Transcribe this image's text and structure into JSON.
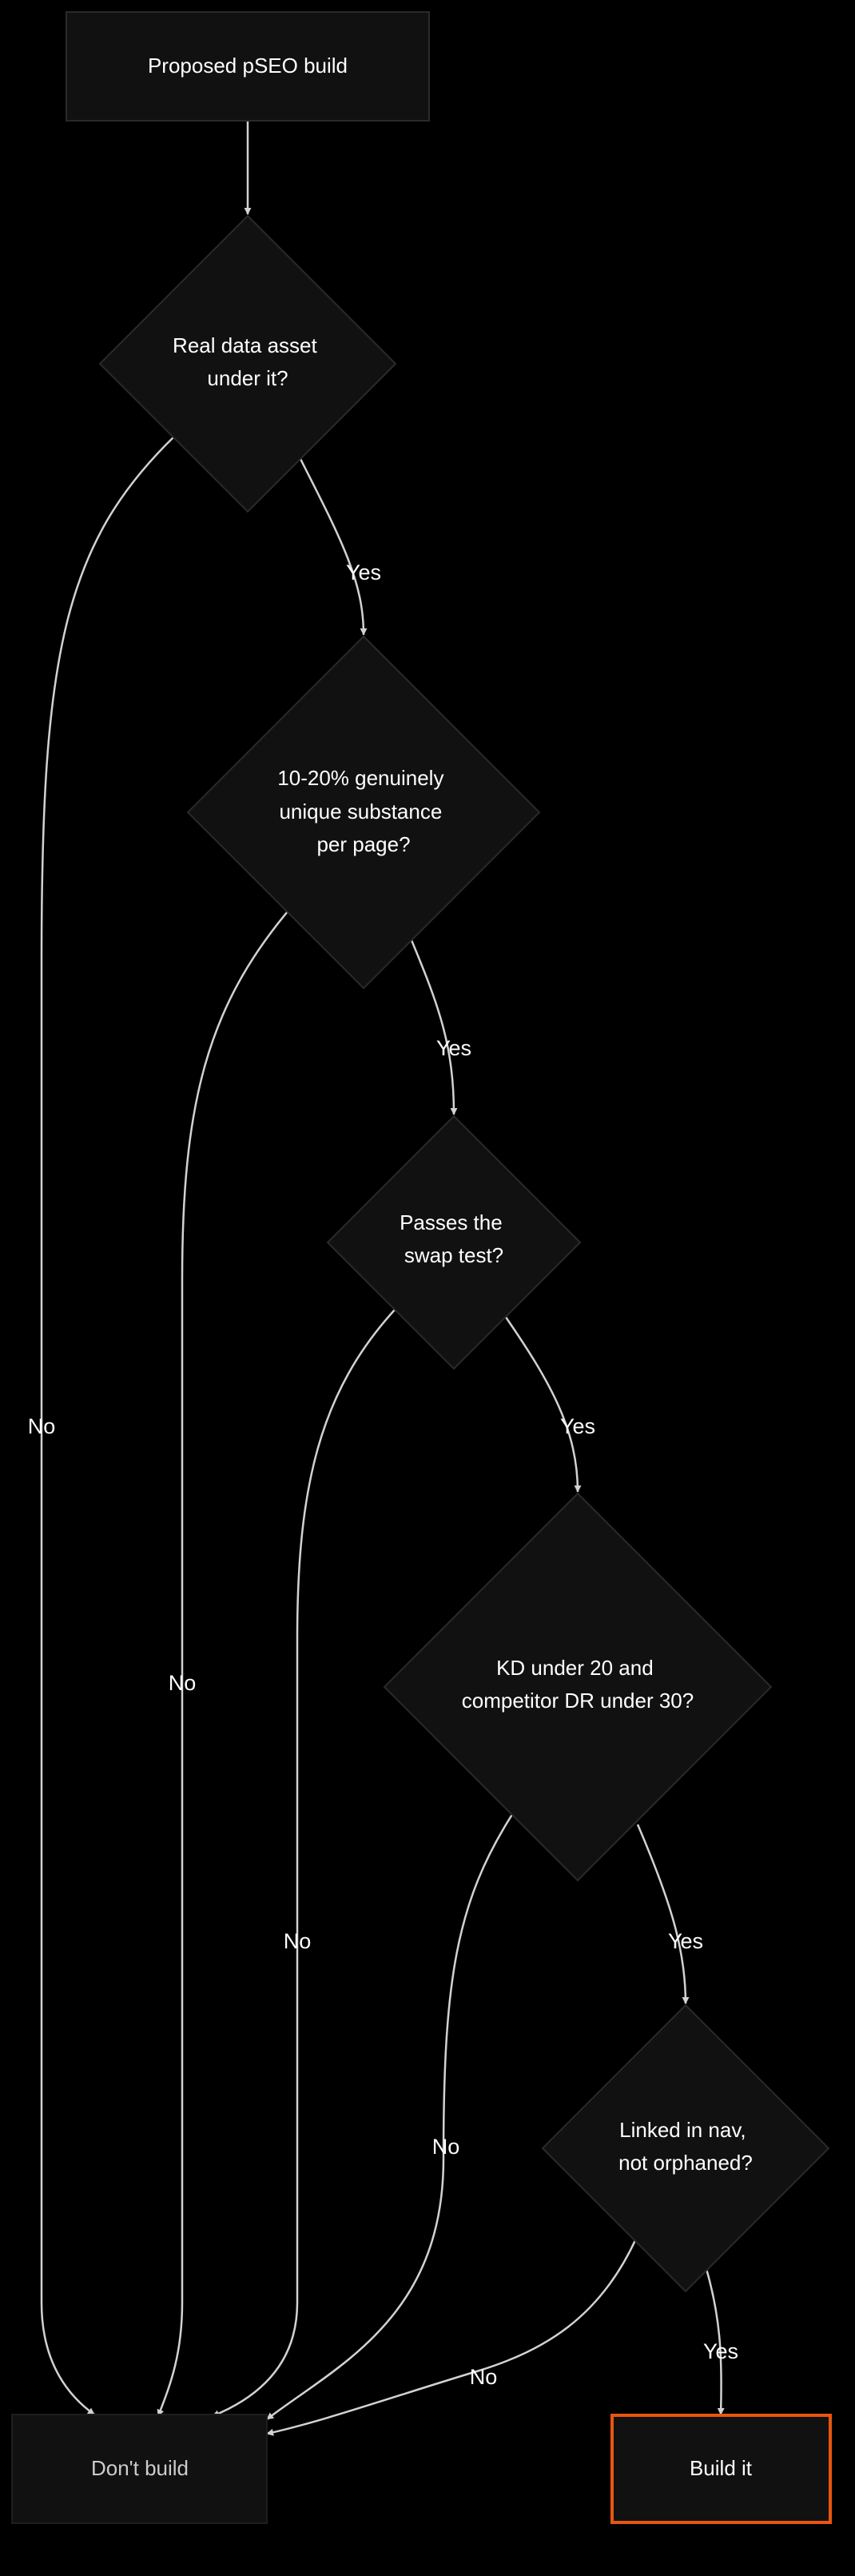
{
  "colors": {
    "background": "#000000",
    "node_fill": "#111111",
    "node_stroke": "#2a2a2a",
    "edge": "#d2d2d2",
    "text": "#ffffff",
    "muted_text": "#cccccc",
    "accent": "#e8560f"
  },
  "nodes": {
    "start": {
      "lines": [
        "Proposed pSEO build"
      ]
    },
    "q_data": {
      "lines": [
        "Real data asset",
        "under it?"
      ]
    },
    "q_unique": {
      "lines": [
        "10-20% genuinely",
        "unique substance",
        "per page?"
      ]
    },
    "q_swap": {
      "lines": [
        "Passes the",
        "swap test?"
      ]
    },
    "q_kd": {
      "lines": [
        "KD under 20 and",
        "competitor DR under 30?"
      ]
    },
    "q_nav": {
      "lines": [
        "Linked in nav,",
        "not orphaned?"
      ]
    },
    "dont_build": {
      "lines": [
        "Don't build"
      ]
    },
    "build_it": {
      "lines": [
        "Build it"
      ]
    }
  },
  "edge_labels": {
    "yes": "Yes",
    "no": "No"
  }
}
